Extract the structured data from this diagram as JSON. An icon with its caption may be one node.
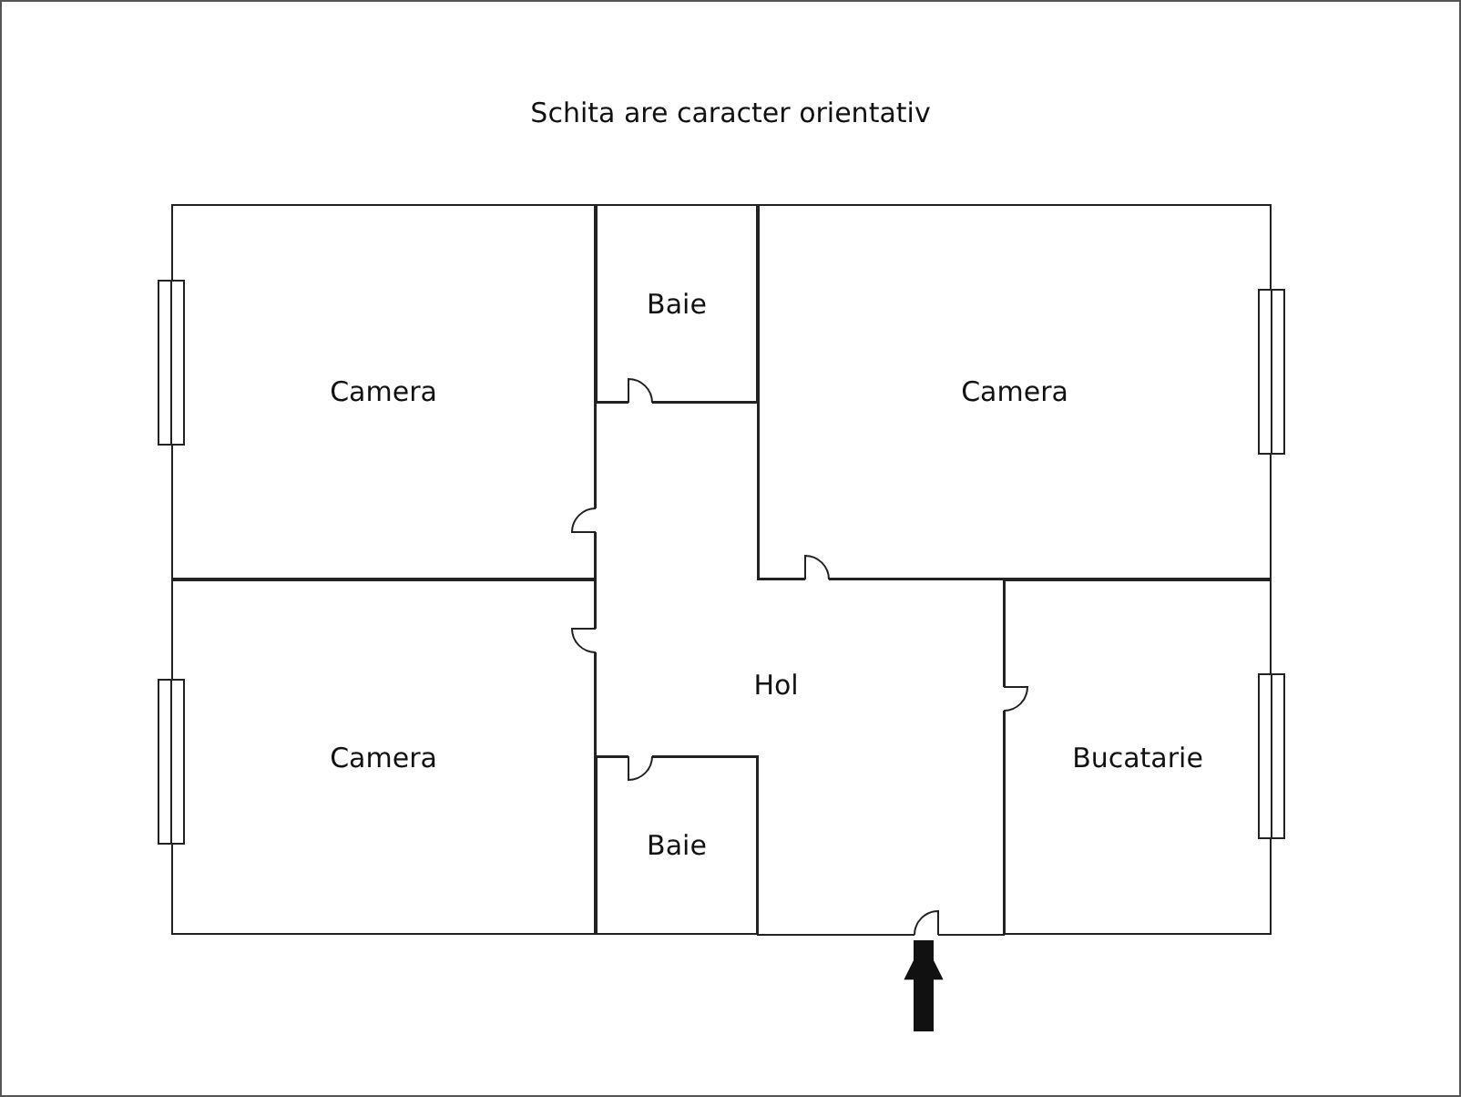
{
  "diagram": {
    "title": "Schita are caracter orientativ",
    "nodes": [
      {
        "text": [
          "Camera"
        ]
      },
      {
        "text": [
          "Baie"
        ]
      },
      {
        "text": [
          "Camera"
        ]
      },
      {
        "text": [
          "Camera"
        ]
      },
      {
        "text": [
          "Hol"
        ]
      },
      {
        "text": [
          "Baie"
        ]
      },
      {
        "text": [
          "Bucatarie"
        ]
      }
    ],
    "edges": [
      {
        "from": null,
        "to": 4,
        "arrow": "to"
      }
    ]
  }
}
